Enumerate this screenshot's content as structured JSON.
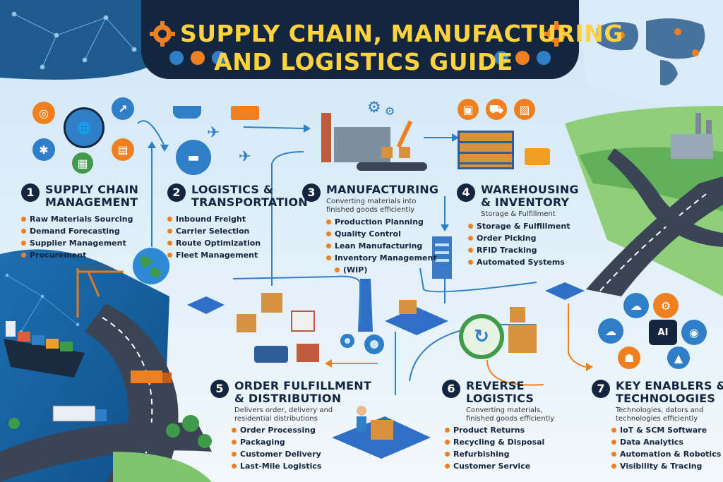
{
  "title": {
    "line1": "SUPPLY CHAIN, MANUFACTURING",
    "line2": "AND LOGISTICS GUIDE"
  },
  "colors": {
    "navy": "#14263f",
    "accent_orange": "#f07f1f",
    "title_yellow": "#ffd23f",
    "blue": "#2f7fc8",
    "road": "#3a4454",
    "green": "#3f9b4a"
  },
  "sections": [
    {
      "num": "1",
      "title": [
        "SUPPLY CHAIN",
        "MANAGEMENT"
      ],
      "sub": [],
      "items": [
        "Raw Materials Sourcing",
        "Demand Forecasting",
        "Supplier Management",
        "Procurement"
      ]
    },
    {
      "num": "2",
      "title": [
        "LOGISTICS &",
        "TRANSPORTATION"
      ],
      "sub": [],
      "items": [
        "Inbound Freight",
        "Carrier Selection",
        "Route Optimization",
        "Fleet Management"
      ]
    },
    {
      "num": "3",
      "title": [
        "MANUFACTURING"
      ],
      "sub": [
        "Converting materials into",
        "finished goods efficiently"
      ],
      "items": [
        "Production Planning",
        "Quality Control",
        "Lean Manufacturing",
        "Inventory Management",
        "(WIP)"
      ]
    },
    {
      "num": "4",
      "title": [
        "WAREHOUSING",
        "& INVENTORY"
      ],
      "sub": [
        "Storage & Fulfillment"
      ],
      "items": [
        "Storage & Fulfillment",
        "Order Picking",
        "RFID Tracking",
        "Automated Systems"
      ]
    },
    {
      "num": "5",
      "title": [
        "ORDER FULFILLMENT",
        "& DISTRIBUTION"
      ],
      "sub": [
        "Delivers order, delivery and",
        "residential distributions"
      ],
      "items": [
        "Order Processing",
        "Packaging",
        "Customer Delivery",
        "Last-Mile Logistics"
      ]
    },
    {
      "num": "6",
      "title": [
        "REVERSE",
        "LOGISTICS"
      ],
      "sub": [
        "Converting materials,",
        "finished goods efficiently"
      ],
      "items": [
        "Product Returns",
        "Recycling & Disposal",
        "Refurbishing",
        "Customer Service"
      ]
    },
    {
      "num": "7",
      "title": [
        "KEY ENABLERS &",
        "TECHNOLOGIES"
      ],
      "sub": [
        "Technologies, dators and",
        "technologies efficiently"
      ],
      "items": [
        "IoT & SCM Software",
        "Data Analytics",
        "Automation & Robotics",
        "Visibility & Tracing"
      ]
    }
  ],
  "icons": {
    "ai_chip_label": "AI"
  }
}
